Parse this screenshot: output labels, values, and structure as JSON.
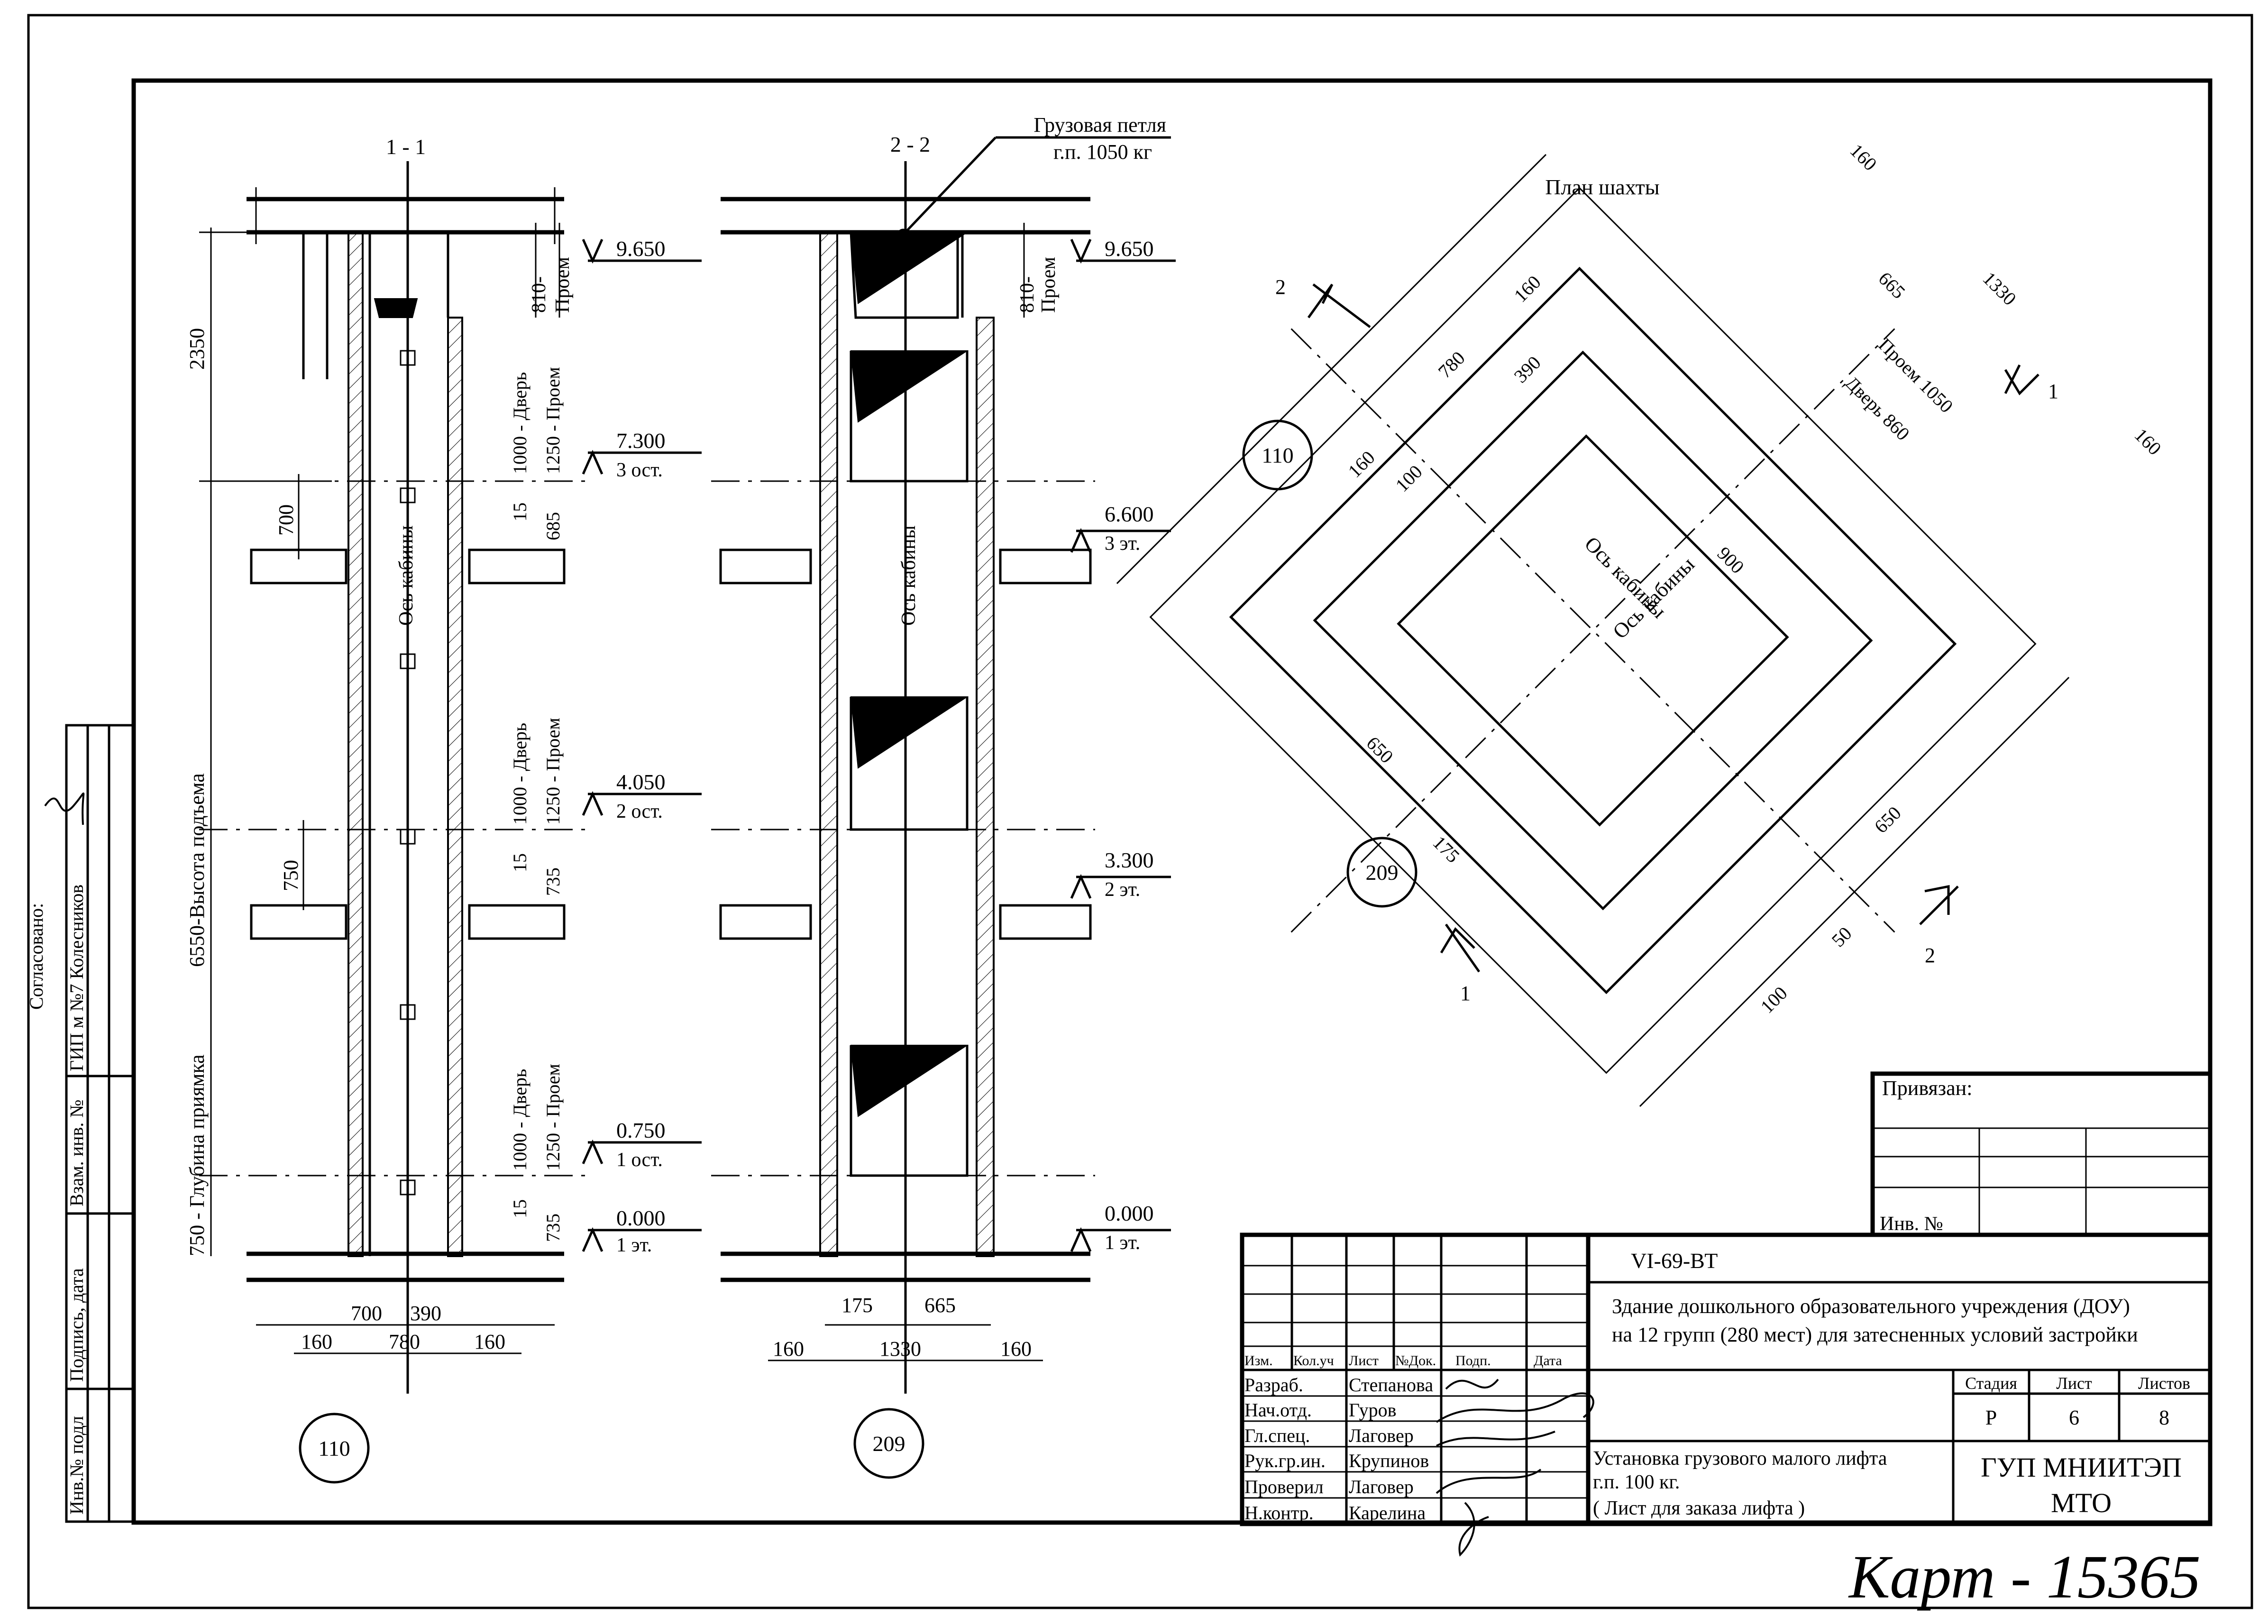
{
  "sections": {
    "s11": {
      "title": "1 - 1",
      "levels": [
        {
          "value": "9.650",
          "label": ""
        },
        {
          "value": "7.300",
          "label": "3 ост."
        },
        {
          "value": "4.050",
          "label": "2 ост."
        },
        {
          "value": "0.750",
          "label": "1 ост."
        },
        {
          "value": "0.000",
          "label": "1 эт."
        }
      ],
      "vertical_dims": [
        "2350",
        "700",
        "750",
        "6550-Высота подъема",
        "750 - Глубина приямка"
      ],
      "opening_dims": [
        "810-",
        "Проем",
        "1000 - Дверь",
        "1250 - Проем",
        "15",
        "685",
        "735"
      ],
      "bottom_dims": [
        "700",
        "390",
        "160",
        "780",
        "160"
      ],
      "axis_label": "Ось кабины",
      "grid_axis": "110"
    },
    "s22": {
      "title": "2 - 2",
      "callout": [
        "Грузовая петля",
        "г.п. 1050 кг"
      ],
      "levels": [
        {
          "value": "9.650",
          "label": ""
        },
        {
          "value": "6.600",
          "label": "3 эт."
        },
        {
          "value": "3.300",
          "label": "2 эт."
        },
        {
          "value": "0.000",
          "label": "1 эт."
        }
      ],
      "opening_dims": [
        "810-",
        "Проем"
      ],
      "bottom_dims": [
        "175",
        "665",
        "160",
        "1330",
        "160"
      ],
      "axis_label": "Ось кабины",
      "grid_axis": "209"
    },
    "plan": {
      "title": "План шахты",
      "dims": [
        "160",
        "665",
        "1330",
        "160",
        "Проем 1050",
        "Дверь 860",
        "160",
        "780",
        "390",
        "160",
        "100",
        "900",
        "650",
        "175",
        "650",
        "50",
        "100"
      ],
      "axis_labels": [
        "Ось кабины",
        "Ось кабины"
      ],
      "section_marks": [
        "1",
        "2",
        "1",
        "2"
      ],
      "grid_axes": [
        "110",
        "209"
      ]
    }
  },
  "left_strip": {
    "agreed": "Согласовано:",
    "gip": "ГИП м №7 Колесников",
    "cells": [
      "Взам. инв. №",
      "Подпись, дата",
      "Инв.№ подл"
    ]
  },
  "title_block": {
    "tied_to": "Привязан:",
    "inv_no": "Инв. №",
    "code": "VI-69-ВТ",
    "building": [
      "Здание дошкольного образовательного учреждения (ДОУ)",
      "на 12 групп (280 мест) для затесненных условий застройки"
    ],
    "columns": [
      "Изм.",
      "Кол.уч",
      "Лист",
      "№Док.",
      "Подп.",
      "Дата"
    ],
    "staff": [
      {
        "role": "Разраб.",
        "name": "Степанова"
      },
      {
        "role": "Нач.отд.",
        "name": "Гуров"
      },
      {
        "role": "Гл.спец.",
        "name": "Лаговер"
      },
      {
        "role": "Рук.гр.ин.",
        "name": "Крупинов"
      },
      {
        "role": "Проверил",
        "name": "Лаговер"
      },
      {
        "role": "Н.контр.",
        "name": "Карелина"
      }
    ],
    "sheet_title": [
      "Установка грузового малого лифта",
      "г.п. 100 кг.",
      "( Лист для заказа лифта )"
    ],
    "stage_head": "Стадия",
    "sheet_head": "Лист",
    "sheets_head": "Листов",
    "stage": "Р",
    "sheet": "6",
    "sheets": "8",
    "org": [
      "ГУП МНИИТЭП",
      "МТО"
    ]
  },
  "handwriting": "Карт - 15365"
}
